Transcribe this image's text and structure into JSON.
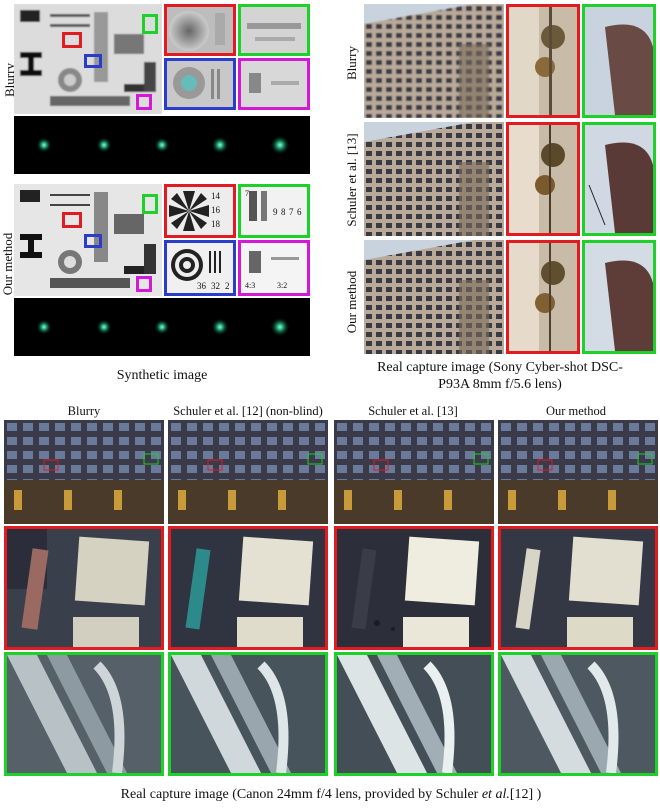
{
  "top_left": {
    "row_labels": [
      "Blurry",
      "Our method"
    ],
    "caption": "Synthetic image",
    "chart_labels": {
      "numbers_blurry": [],
      "numbers_ours_right": [
        "14",
        "16",
        "18"
      ],
      "numbers_ours_bottom": [
        "36",
        "32",
        "2"
      ],
      "numbers_ours_scale": [
        "9",
        "8",
        "7",
        "6"
      ],
      "numbers_ours_ratio": [
        "4:3",
        "3:2"
      ],
      "numbers_ours_top": [
        "7"
      ]
    }
  },
  "top_right": {
    "row_labels": [
      "Blurry",
      "Schuler et al. [13]",
      "Our method"
    ],
    "caption_line1": "Real capture image (Sony Cyber-shot DSC-",
    "caption_line2": "P93A 8mm f/5.6 lens)"
  },
  "bottom": {
    "column_headers": [
      "Blurry",
      "Schuler et al. [12] (non-blind)",
      "Schuler et al. [13]",
      "Our method"
    ],
    "caption_pre": "Real capture image (Canon 24mm f/4 lens, provided by Schuler ",
    "caption_italic": "et al.",
    "caption_post": "[12] )"
  },
  "colors": {
    "red_box": "#e11b22",
    "green_box": "#1fcf2a",
    "blue_box": "#2a3cc8",
    "magenta_box": "#d21ad6"
  }
}
